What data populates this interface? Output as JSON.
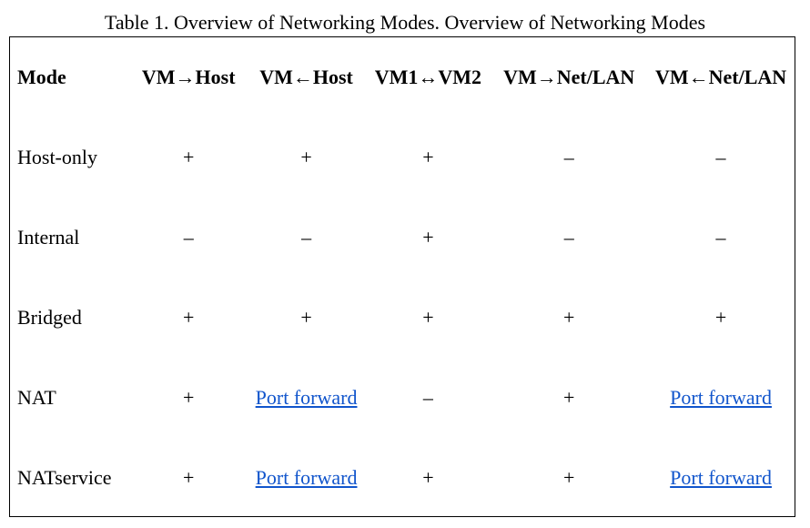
{
  "caption": "Table 1. Overview of Networking Modes. Overview of Networking Modes",
  "headers": [
    "Mode",
    "VM→Host",
    "VM←Host",
    "VM1↔VM2",
    "VM→Net/LAN",
    "VM←Net/LAN"
  ],
  "rows": [
    [
      "Host-only",
      "+",
      "+",
      "+",
      "–",
      "–"
    ],
    [
      "Internal",
      "–",
      "–",
      "+",
      "–",
      "–"
    ],
    [
      "Bridged",
      "+",
      "+",
      "+",
      "+",
      "+"
    ],
    [
      "NAT",
      "+",
      "Port forward",
      "–",
      "+",
      "Port forward"
    ],
    [
      "NATservice",
      "+",
      "Port forward",
      "+",
      "+",
      "Port forward"
    ]
  ],
  "link_text": "Port forward",
  "colors": {
    "link": "#1155cc",
    "border": "#000000"
  }
}
